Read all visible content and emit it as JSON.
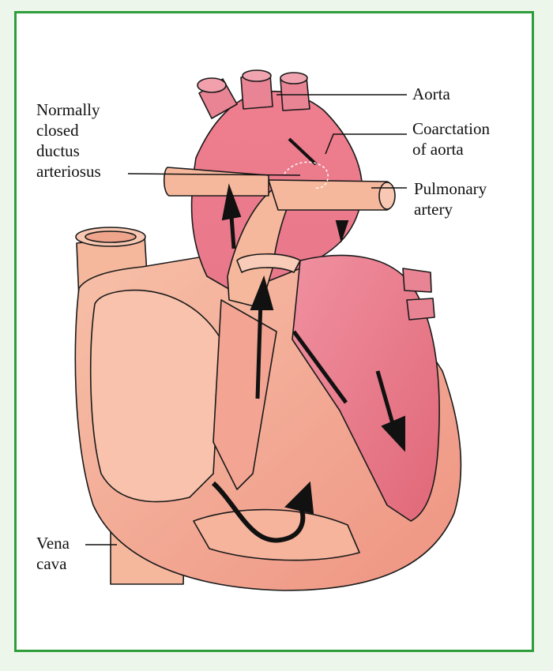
{
  "labels": {
    "aorta": "Aorta",
    "coarctation": "Coarctation\nof aorta",
    "ductus": "Normally\nclosed\nductus\narteriosus",
    "pulmonary": "Pulmonary\nartery",
    "vena_cava": "Vena\ncava"
  },
  "colors": {
    "frame": "#2e9e3a",
    "outline": "#1a1a1a",
    "heart_pink": "#f0a090",
    "left_heart": "#e67a88",
    "vessel_peach": "#f6b89c",
    "arrow": "#111111"
  }
}
